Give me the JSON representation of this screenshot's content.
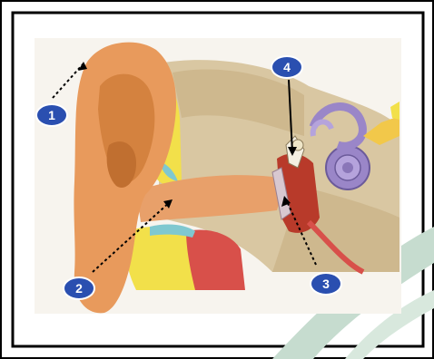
{
  "diagram": {
    "callouts": [
      {
        "id": "1",
        "label": "1"
      },
      {
        "id": "2",
        "label": "2"
      },
      {
        "id": "3",
        "label": "3"
      },
      {
        "id": "4",
        "label": "4"
      }
    ],
    "colors": {
      "badge": "#2a4fb0",
      "skin": "#e89a5c",
      "bone": "#d8c8a0",
      "cochlea": "#9a86c8",
      "accent_green": "#c6dccf"
    }
  }
}
